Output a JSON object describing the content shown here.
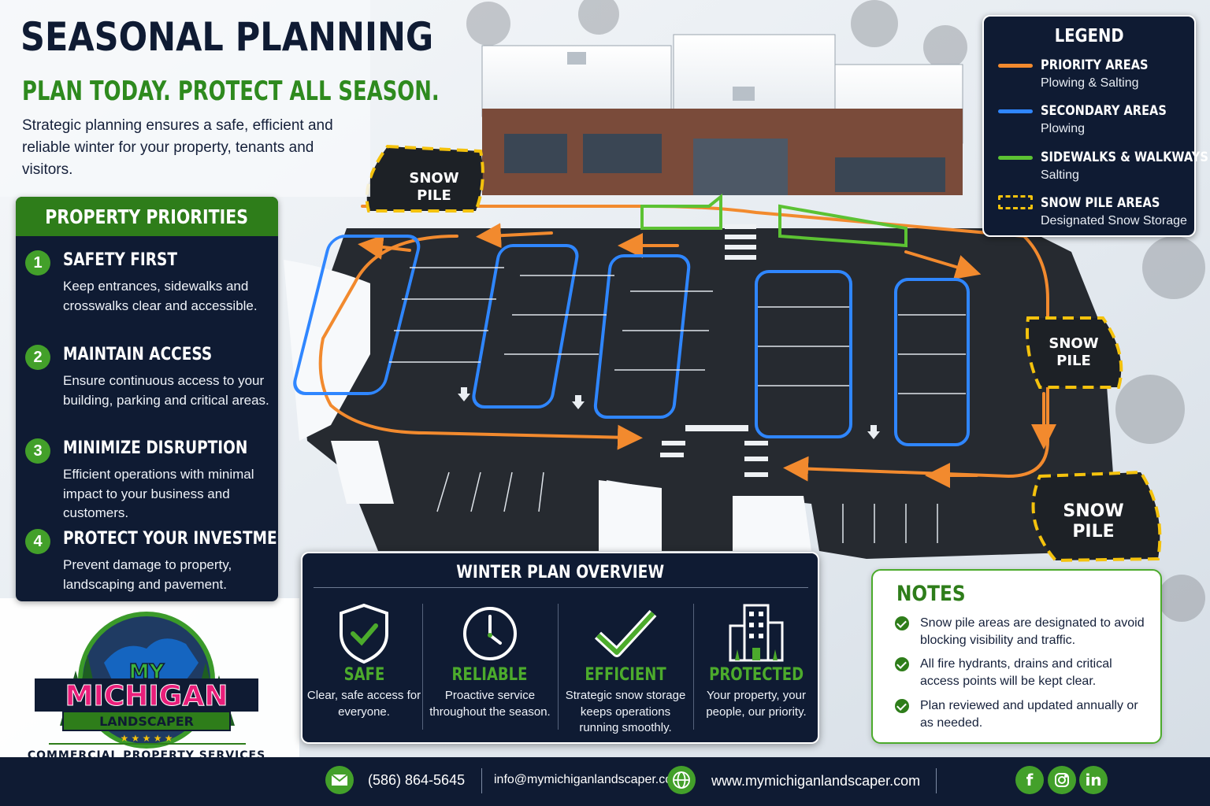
{
  "header": {
    "title": "SEASONAL PLANNING",
    "subtitle": "PLAN TODAY. PROTECT ALL SEASON.",
    "intro": "Strategic planning ensures a safe, efficient and reliable winter for your property, tenants and visitors."
  },
  "priorities": {
    "heading": "PROPERTY PRIORITIES",
    "items": [
      {
        "num": "1",
        "title": "SAFETY FIRST",
        "desc": "Keep entrances, sidewalks and crosswalks clear and accessible."
      },
      {
        "num": "2",
        "title": "MAINTAIN ACCESS",
        "desc": "Ensure continuous access to your building, parking and critical areas."
      },
      {
        "num": "3",
        "title": "MINIMIZE DISRUPTION",
        "desc": "Efficient operations with minimal impact to your business and customers."
      },
      {
        "num": "4",
        "title": "PROTECT YOUR INVESTMENT",
        "desc": "Prevent damage to property, landscaping and pavement."
      }
    ]
  },
  "logo": {
    "line1": "MY",
    "line2": "MICHIGAN",
    "line3": "LANDSCAPER",
    "tagline": "COMMERCIAL PROPERTY SERVICES"
  },
  "legend": {
    "title": "LEGEND",
    "items": [
      {
        "name": "PRIORITY AREAS",
        "desc": "Plowing & Salting",
        "color": "#f28a2e",
        "style": "solid"
      },
      {
        "name": "SECONDARY AREAS",
        "desc": "Plowing",
        "color": "#2f86ff",
        "style": "solid"
      },
      {
        "name": "SIDEWALKS & WALKWAYS",
        "desc": "Salting",
        "color": "#5cc233",
        "style": "solid"
      },
      {
        "name": "SNOW PILE AREAS",
        "desc": "Designated Snow Storage",
        "color": "#f4c20d",
        "style": "dashed"
      }
    ]
  },
  "map": {
    "snow_pile_label_1": "SNOW",
    "snow_pile_label_2": "PILE"
  },
  "overview": {
    "title": "WINTER PLAN OVERVIEW",
    "items": [
      {
        "name": "SAFE",
        "desc": "Clear, safe access for everyone.",
        "icon": "shield-check-icon"
      },
      {
        "name": "RELIABLE",
        "desc": "Proactive service throughout the season.",
        "icon": "clock-icon"
      },
      {
        "name": "EFFICIENT",
        "desc": "Strategic snow storage keeps operations running smoothly.",
        "icon": "checkmark-icon"
      },
      {
        "name": "PROTECTED",
        "desc": "Your property, your people, our priority.",
        "icon": "building-icon"
      }
    ]
  },
  "notes": {
    "title": "NOTES",
    "items": [
      "Snow pile areas are designated to avoid blocking visibility and traffic.",
      "All fire hydrants, drains and critical access points will be kept clear.",
      "Plan reviewed and updated annually or as needed."
    ]
  },
  "footer": {
    "phone": "(586) 864-5645",
    "email": "info@mymichiganlandscaper.com",
    "website": "www.mymichiganlandscaper.com",
    "social": [
      "f",
      "in"
    ]
  },
  "colors": {
    "navy": "#0f1b33",
    "green": "#2e7d1a",
    "accent_green": "#43a02a",
    "orange": "#f28a2e",
    "blue": "#2f86ff",
    "yellow": "#f4c20d"
  }
}
